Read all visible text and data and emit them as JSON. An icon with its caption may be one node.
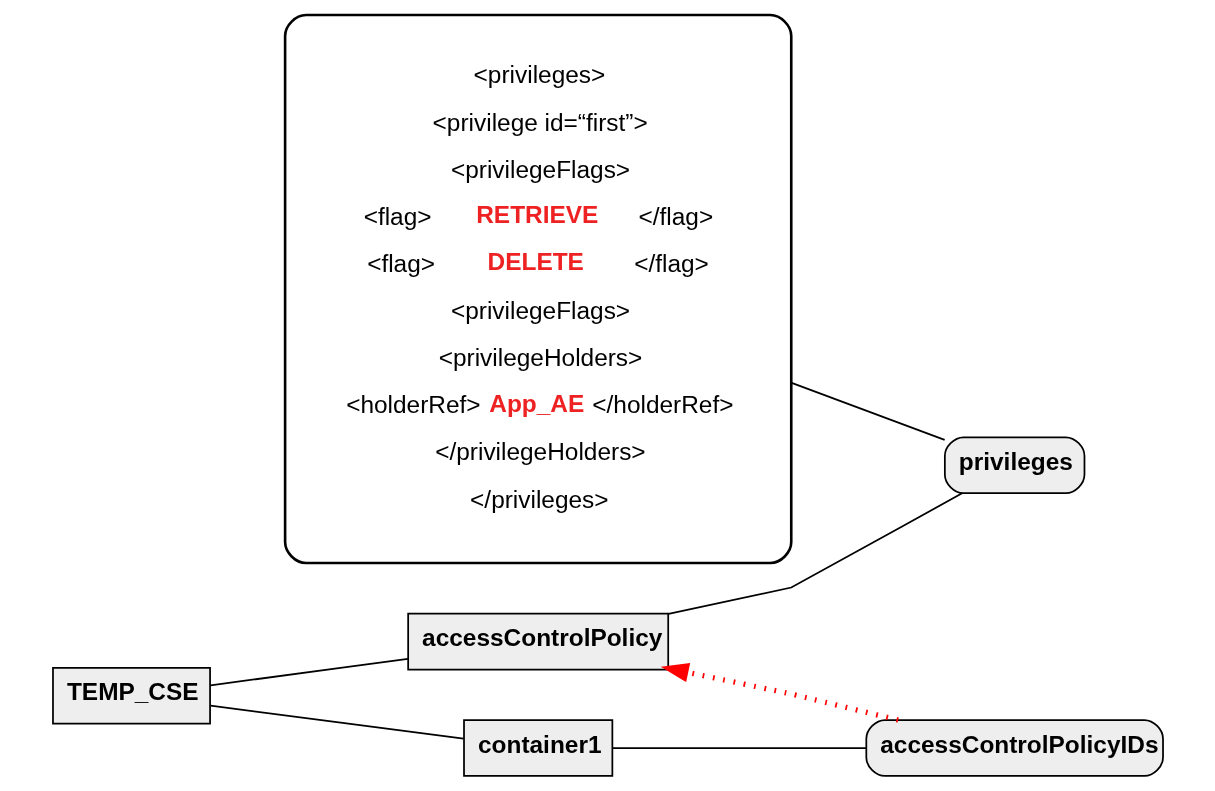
{
  "diagram": {
    "nodes": [
      {
        "text": [
          "<privileges>",
          "<privilege id=“first”>",
          "<privilegeFlags>",
          "<flag> **RETRIEVE** </flag>",
          "<flag> **DELETE** </flag>",
          "<privilegeFlags>",
          "<privilegeHolders>",
          "<holderRef> **App_AE** </holderRef>",
          "</privilegeHolders>",
          "</privileges>"
        ]
      },
      {
        "text": [
          "TEMP_CSE"
        ]
      },
      {
        "text": [
          "accessControlPolicy"
        ]
      },
      {
        "text": [
          "privileges"
        ]
      },
      {
        "text": [
          "container1"
        ]
      },
      {
        "text": [
          "accessControlPolicyIDs"
        ]
      }
    ],
    "edges": [
      {
        "from": 1,
        "to": 2,
        "arrow": "none"
      },
      {
        "from": 1,
        "to": 4,
        "arrow": "none"
      },
      {
        "from": 2,
        "to": 3,
        "arrow": "none"
      },
      {
        "from": 0,
        "to": 3,
        "arrow": "none"
      },
      {
        "from": 4,
        "to": 5,
        "arrow": "none"
      },
      {
        "from": 5,
        "to": 2,
        "arrow": "to",
        "style": "dashed",
        "color": "#ff0000"
      }
    ]
  }
}
